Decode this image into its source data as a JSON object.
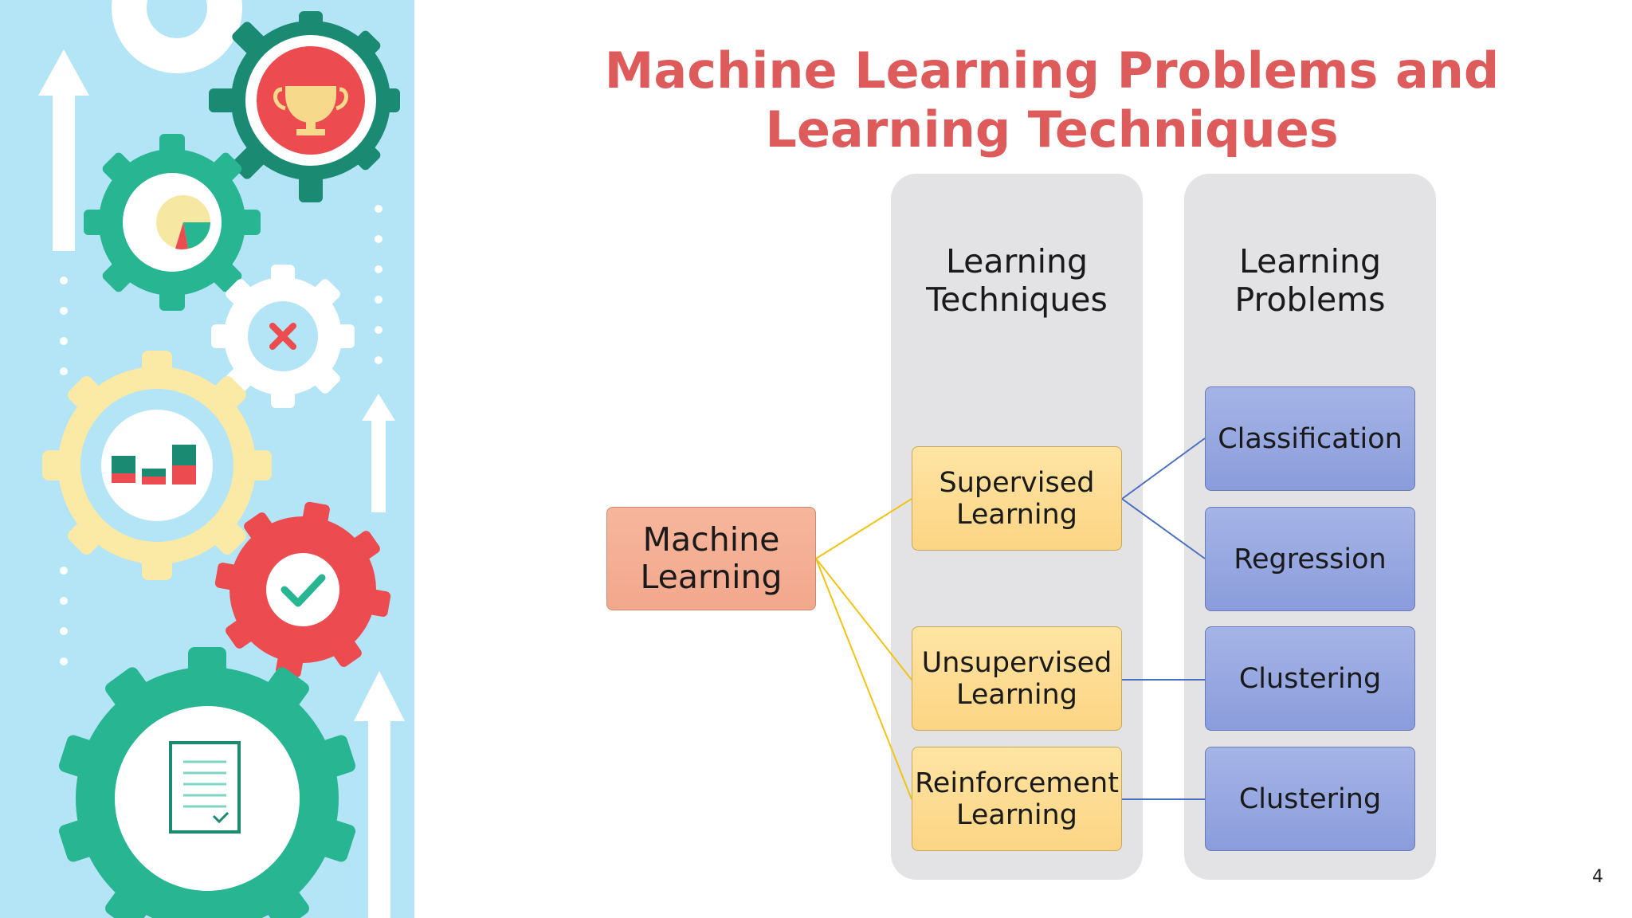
{
  "slide": {
    "title": "Machine Learning Problems and Learning Techniques",
    "page_number": "4"
  },
  "diagram": {
    "root": {
      "label": "Machine Learning"
    },
    "columns": [
      {
        "header": "Learning Techniques"
      },
      {
        "header": "Learning Problems"
      }
    ],
    "techniques": [
      {
        "label": "Supervised Learning"
      },
      {
        "label": "Unsupervised Learning"
      },
      {
        "label": "Reinforcement Learning"
      }
    ],
    "problems": [
      {
        "label": "Classification"
      },
      {
        "label": "Regression"
      },
      {
        "label": "Clustering"
      },
      {
        "label": "Clustering"
      }
    ]
  },
  "colors": {
    "title": "#de5b5c",
    "left_panel": "#b3e5f6",
    "root_node": "#f2a88c",
    "technique_node": "#fbd584",
    "problem_node": "#8a9cdc",
    "column_bg": "#e3e3e6",
    "yellow_connector": "#f2c312",
    "blue_connector": "#4a6ec0"
  },
  "icons": [
    "trophy-icon",
    "pie-chart-icon",
    "close-icon",
    "bar-chart-icon",
    "checkmark-icon",
    "clipboard-icon",
    "up-arrow-icon"
  ]
}
